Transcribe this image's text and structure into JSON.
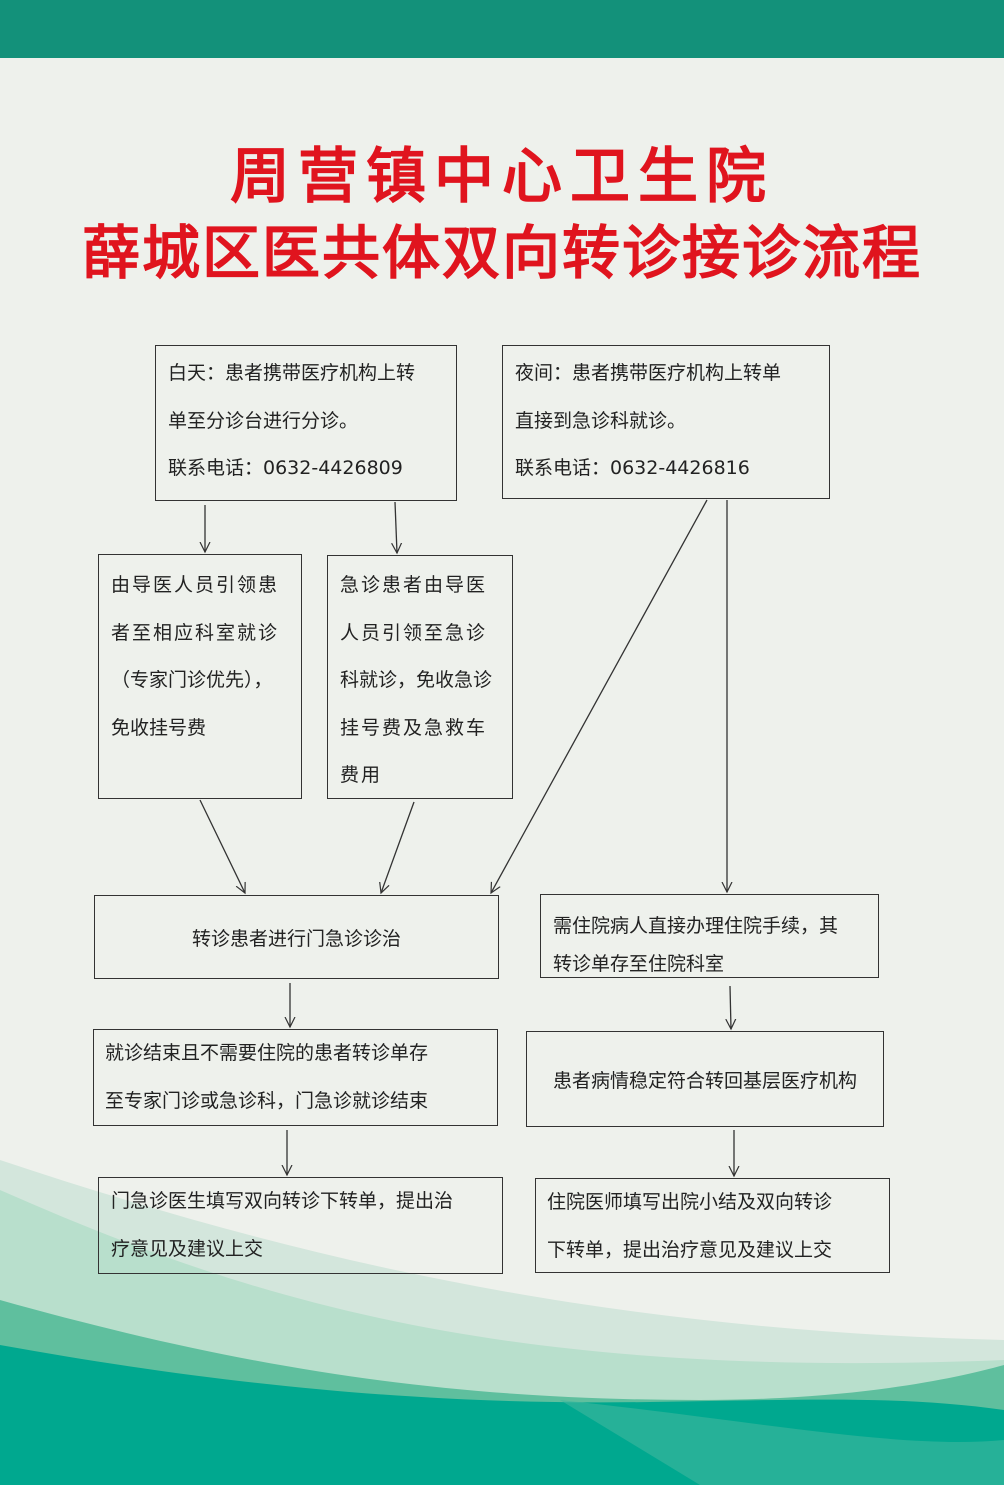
{
  "title": {
    "line1": "周营镇中心卫生院",
    "line2": "薛城区医共体双向转诊接诊流程"
  },
  "colors": {
    "title": "#e0141e",
    "top_bar": "#13917a",
    "background": "#eef1ec",
    "wave": "#00a88f"
  },
  "boxes": {
    "day": {
      "lines": [
        "白天：患者携带医疗机构上转",
        "单至分诊台进行分诊。",
        "联系电话：0632-4426809"
      ]
    },
    "night": {
      "lines": [
        "夜间：患者携带医疗机构上转单",
        "直接到急诊科就诊。",
        "联系电话：0632-4426816"
      ]
    },
    "guide": {
      "lines": [
        "由导医人员引领患",
        "者至相应科室就诊",
        "（专家门诊优先），",
        "免收挂号费"
      ]
    },
    "emergency": {
      "lines": [
        "急诊患者由导医",
        "人员引领至急诊",
        "科就诊，免收急诊",
        "挂号费及急救车",
        "费用"
      ]
    },
    "outpatient": {
      "lines": [
        "转诊患者进行门急诊诊治"
      ]
    },
    "inpatient": {
      "lines": [
        "需住院病人直接办理住院手续，其",
        "转诊单存至住院科室"
      ]
    },
    "outpatient_end": {
      "lines": [
        "就诊结束且不需要住院的患者转诊单存",
        "至专家门诊或急诊科，门急诊就诊结束"
      ]
    },
    "stable": {
      "lines": [
        "患者病情稳定符合转回基层医疗机构"
      ]
    },
    "outpatient_referral": {
      "lines": [
        "门急诊医生填写双向转诊下转单，提出治",
        "疗意见及建议上交"
      ]
    },
    "inpatient_referral": {
      "lines": [
        "住院医师填写出院小结及双向转诊",
        "下转单，提出治疗意见及建议上交"
      ]
    }
  }
}
